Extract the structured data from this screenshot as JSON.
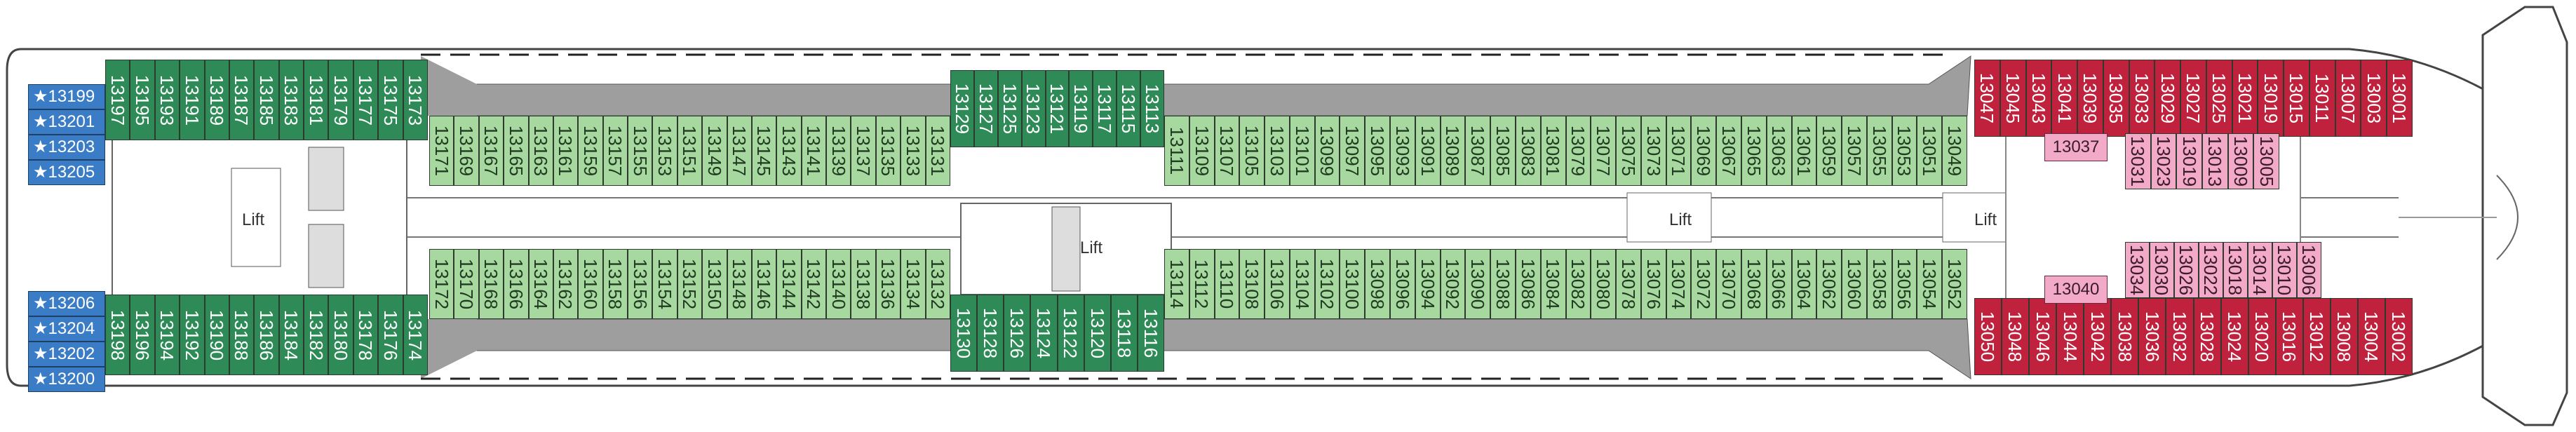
{
  "deck": {
    "lift_label": "Lift",
    "colors": {
      "light_green": "#a6d8a0",
      "dark_green": "#2e8b57",
      "red": "#c0213d",
      "pink": "#f3a9c8",
      "blue": "#3a7cc6",
      "hull": "#ffffff",
      "corridor_band": "#9e9e9e"
    },
    "aft_top_blue": [
      "★13199",
      "★13201",
      "★13203",
      "★13205"
    ],
    "aft_bottom_blue": [
      "★13206",
      "★13204",
      "★13202",
      "★13200"
    ],
    "aft_top_outer": [
      "13197",
      "13195",
      "13193",
      "13191",
      "13189",
      "13187",
      "13185",
      "13183",
      "13181",
      "13179",
      "13177",
      "13175",
      "13173"
    ],
    "aft_bottom_outer": [
      "13198",
      "13196",
      "13194",
      "13192",
      "13190",
      "13188",
      "13186",
      "13184",
      "13182",
      "13180",
      "13178",
      "13176",
      "13174"
    ],
    "mid_top_inner_left": [
      "13171",
      "13169",
      "13167",
      "13165",
      "13163",
      "13161",
      "13159",
      "13157",
      "13155",
      "13153",
      "13151",
      "13149",
      "13147",
      "13145",
      "13143",
      "13141",
      "13139",
      "13137",
      "13135",
      "13133",
      "13131"
    ],
    "mid_top_dark": [
      "13129",
      "13127",
      "13125",
      "13123",
      "13121",
      "13119",
      "13117",
      "13115",
      "13113"
    ],
    "mid_top_inner_right": [
      "13111",
      "13109",
      "13107",
      "13105",
      "13103",
      "13101",
      "13099",
      "13097",
      "13095",
      "13093",
      "13091",
      "13089",
      "13087",
      "13085",
      "13083",
      "13081",
      "13079",
      "13077",
      "13075",
      "13073",
      "13071",
      "13069",
      "13067",
      "13065",
      "13063",
      "13061",
      "13059",
      "13057",
      "13055",
      "13053",
      "13051",
      "13049"
    ],
    "mid_bottom_inner_left": [
      "13172",
      "13170",
      "13168",
      "13166",
      "13164",
      "13162",
      "13160",
      "13158",
      "13156",
      "13154",
      "13152",
      "13150",
      "13148",
      "13146",
      "13144",
      "13142",
      "13140",
      "13138",
      "13136",
      "13134",
      "13132"
    ],
    "mid_bottom_dark": [
      "13130",
      "13128",
      "13126",
      "13124",
      "13122",
      "13120",
      "13118",
      "13116"
    ],
    "mid_bottom_inner_right": [
      "13114",
      "13112",
      "13110",
      "13108",
      "13106",
      "13104",
      "13102",
      "13100",
      "13098",
      "13096",
      "13094",
      "13092",
      "13090",
      "13088",
      "13086",
      "13084",
      "13082",
      "13080",
      "13078",
      "13076",
      "13074",
      "13072",
      "13070",
      "13068",
      "13066",
      "13064",
      "13062",
      "13060",
      "13058",
      "13056",
      "13054",
      "13052"
    ],
    "fwd_top_red": [
      "13047",
      "13045",
      "13043",
      "13041",
      "13039",
      "13035",
      "13033",
      "13029",
      "13027",
      "13025",
      "13021",
      "13019",
      "13015",
      "13011",
      "13007",
      "13003",
      "13001"
    ],
    "fwd_bottom_red": [
      "13050",
      "13048",
      "13046",
      "13044",
      "13042",
      "13038",
      "13036",
      "13032",
      "13028",
      "13024",
      "13020",
      "13016",
      "13012",
      "13008",
      "13004",
      "13002"
    ],
    "fwd_top_pink": [
      "13031",
      "13023",
      "13019",
      "13013",
      "13009",
      "13005"
    ],
    "fwd_bottom_pink": [
      "13034",
      "13030",
      "13026",
      "13022",
      "13018",
      "13014",
      "13010",
      "13006"
    ],
    "fwd_pink_labels": [
      "13037",
      "13040"
    ]
  }
}
